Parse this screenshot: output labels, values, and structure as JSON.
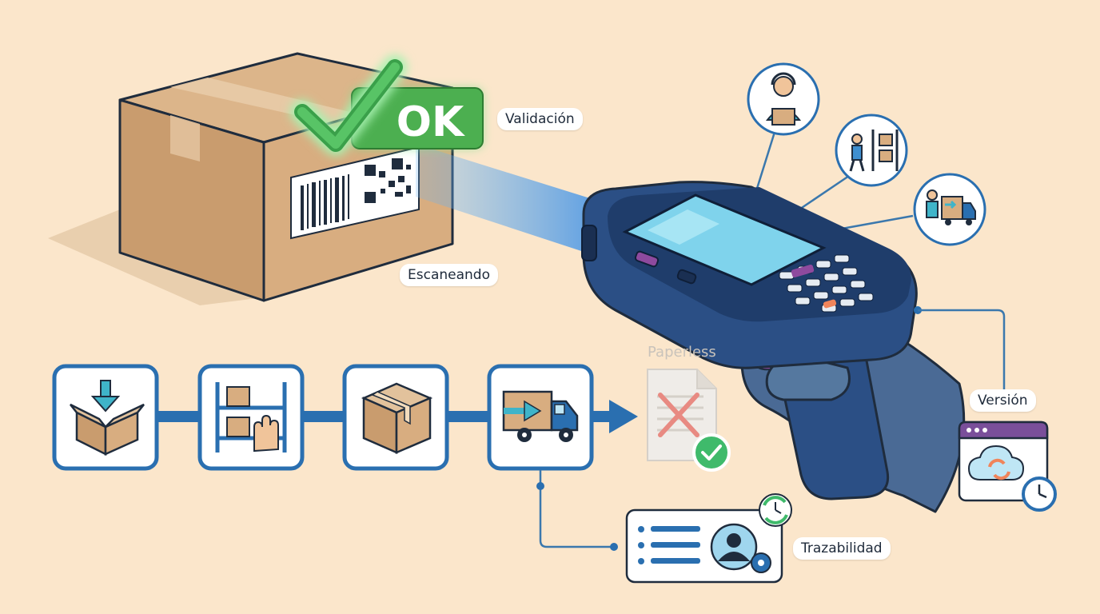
{
  "badge": {
    "text": "OK",
    "color": "#4caf50"
  },
  "labels": {
    "validation": "Validación",
    "scanning": "Escaneando",
    "paperless": "Paperless",
    "version": "Versión",
    "traceability": "Trazabilidad"
  },
  "colors": {
    "background": "#fbe6cb",
    "accent_blue": "#2a6fb0",
    "box": "#c9a27a",
    "scanner_body": "#2b4f85",
    "hand": "#4a6a95",
    "screen": "#7fd3ec",
    "connector": "#3b78ad",
    "reject_red": "#e05a5a",
    "approve_green": "#3fba6b"
  },
  "process_steps": [
    {
      "icon": "inbound-box-icon"
    },
    {
      "icon": "shelf-picking-icon"
    },
    {
      "icon": "closed-box-icon"
    },
    {
      "icon": "delivery-truck-icon"
    }
  ],
  "role_circles": [
    {
      "icon": "support-agent-icon"
    },
    {
      "icon": "warehouse-worker-icon"
    },
    {
      "icon": "delivery-driver-icon"
    }
  ]
}
